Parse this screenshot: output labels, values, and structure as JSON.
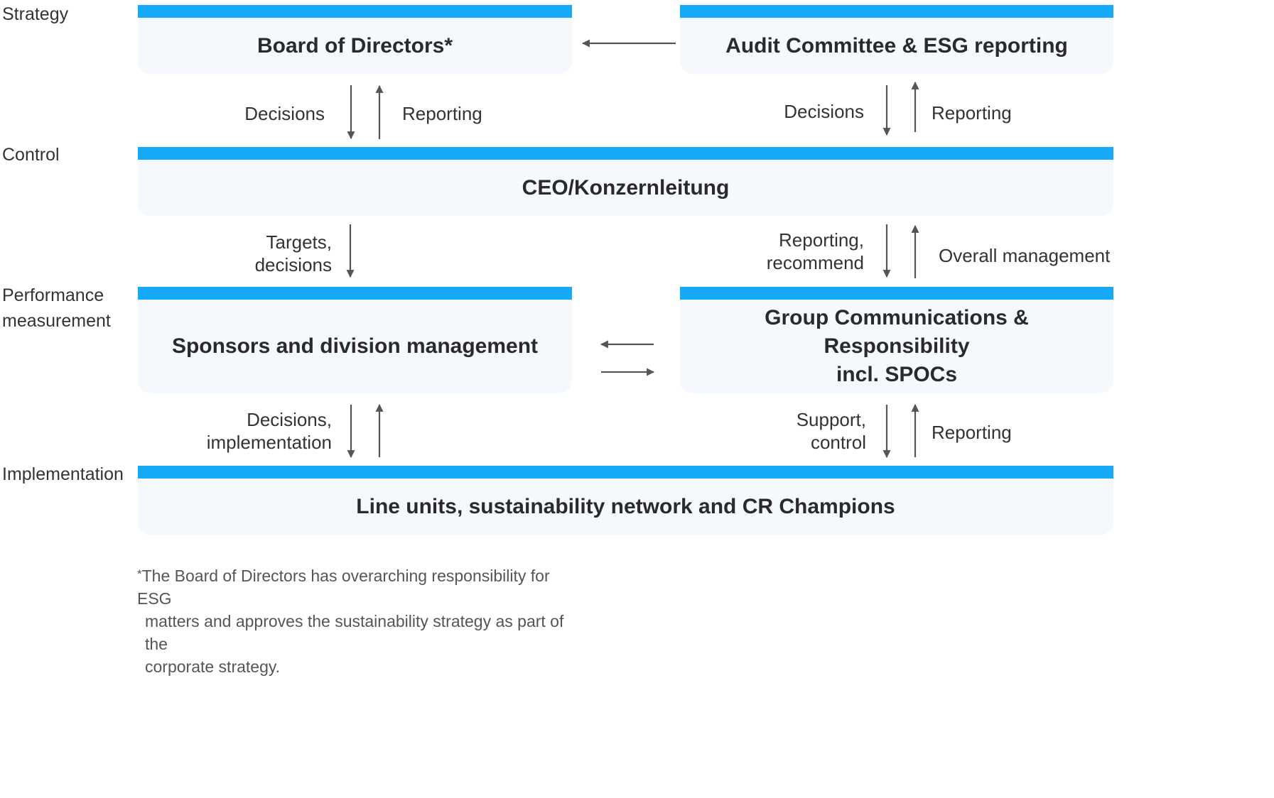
{
  "levels": {
    "strategy": "Strategy",
    "control": "Control",
    "performance": "Performance measurement",
    "implementation": "Implementation"
  },
  "boxes": {
    "board": "Board of Directors*",
    "audit": "Audit Committee & ESG reporting",
    "ceo": "CEO/Konzernleitung",
    "sponsors": "Sponsors and division management",
    "group_comms_line1": "Group Communications & Responsibility",
    "group_comms_line2": "incl. SPOCs",
    "line_units": "Line units, sustainability network and CR Champions"
  },
  "flows": {
    "board_ceo_down": "Decisions",
    "board_ceo_up": "Reporting",
    "audit_ceo_down": "Decisions",
    "audit_ceo_up": "Reporting",
    "ceo_sponsors_down_1": "Targets,",
    "ceo_sponsors_down_2": "decisions",
    "ceo_group_down_1": "Reporting,",
    "ceo_group_down_2": "recommend",
    "ceo_group_up": "Overall management",
    "sponsors_line_down_1": "Decisions,",
    "sponsors_line_down_2": "implementation",
    "group_line_down_1": "Support,",
    "group_line_down_2": "control",
    "group_line_up": "Reporting"
  },
  "footnote": {
    "marker": "*",
    "line1": "The Board of Directors has overarching responsibility for ESG",
    "line2": "matters and approves the sustainability strategy as part of the",
    "line3": "corporate strategy."
  },
  "colors": {
    "accent_bar": "#15a9f8",
    "box_fill": "#f5f8fc",
    "arrow": "#555555"
  }
}
